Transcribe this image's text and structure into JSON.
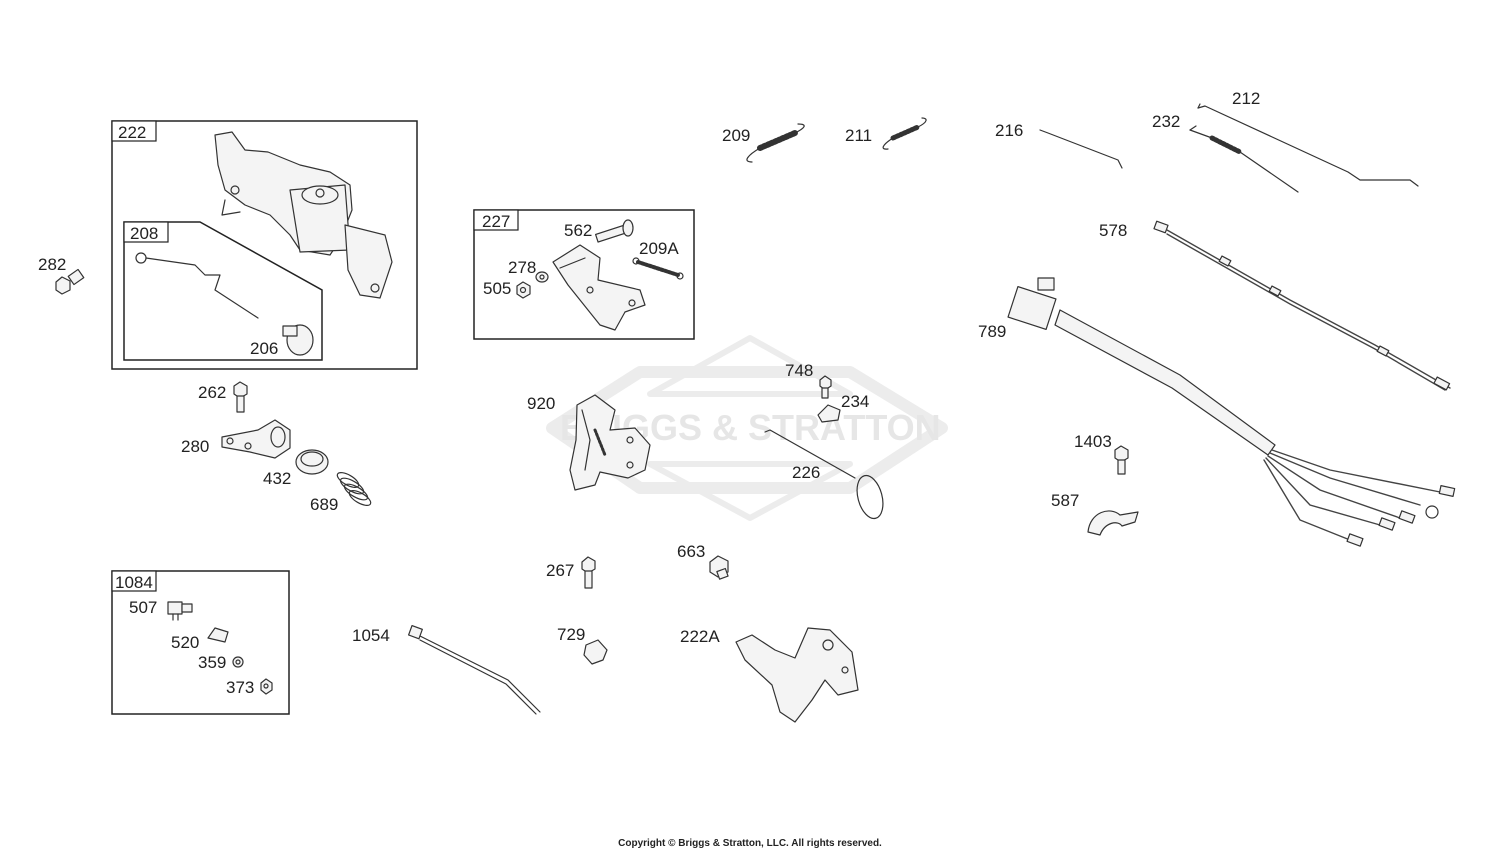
{
  "parts": {
    "p222": "222",
    "p208": "208",
    "p206": "206",
    "p282": "282",
    "p262": "262",
    "p280": "280",
    "p432": "432",
    "p689": "689",
    "p227": "227",
    "p562": "562",
    "p209A": "209A",
    "p278": "278",
    "p505": "505",
    "p920": "920",
    "p209": "209",
    "p211": "211",
    "p216": "216",
    "p212": "212",
    "p232": "232",
    "p578": "578",
    "p789": "789",
    "p748": "748",
    "p234": "234",
    "p226": "226",
    "p1403": "1403",
    "p587": "587",
    "p267": "267",
    "p663": "663",
    "p729": "729",
    "p222A": "222A",
    "p1054": "1054",
    "p1084": "1084",
    "p507": "507",
    "p520": "520",
    "p359": "359",
    "p373": "373"
  },
  "watermark": "BRIGGS & STRATTON",
  "copyright": "Copyright © Briggs & Stratton, LLC. All rights reserved."
}
